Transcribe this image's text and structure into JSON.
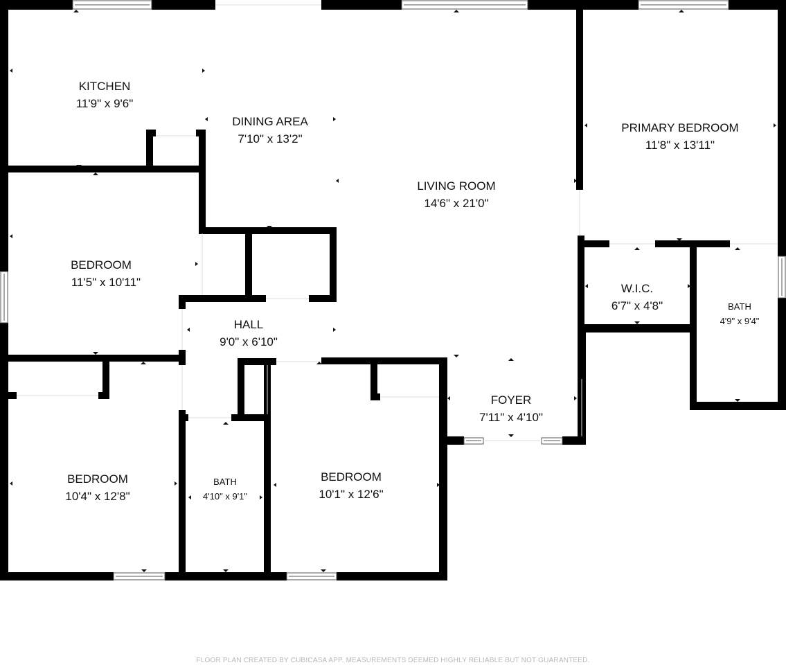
{
  "rooms": {
    "kitchen": {
      "name": "KITCHEN",
      "dims": "11'9\" x 9'6\""
    },
    "dining": {
      "name": "DINING AREA",
      "dims": "7'10\" x 13'2\""
    },
    "living": {
      "name": "LIVING ROOM",
      "dims": "14'6\" x 21'0\""
    },
    "primary": {
      "name": "PRIMARY BEDROOM",
      "dims": "11'8\" x 13'11\""
    },
    "bedroom_w": {
      "name": "BEDROOM",
      "dims": "11'5\" x 10'11\""
    },
    "hall": {
      "name": "HALL",
      "dims": "9'0\" x 6'10\""
    },
    "wic": {
      "name": "W.I.C.",
      "dims": "6'7\" x 4'8\""
    },
    "bath_e": {
      "name": "BATH",
      "dims": "4'9\" x 9'4\""
    },
    "foyer": {
      "name": "FOYER",
      "dims": "7'11\" x 4'10\""
    },
    "bedroom_sw": {
      "name": "BEDROOM",
      "dims": "10'4\" x 12'8\""
    },
    "bath_s": {
      "name": "BATH",
      "dims": "4'10\" x 9'1\""
    },
    "bedroom_s": {
      "name": "BEDROOM",
      "dims": "10'1\" x 12'6\""
    }
  },
  "footer": "FLOOR PLAN CREATED BY CUBICASA APP. MEASUREMENTS DEEMED HIGHLY RELIABLE BUT NOT GUARANTEED."
}
